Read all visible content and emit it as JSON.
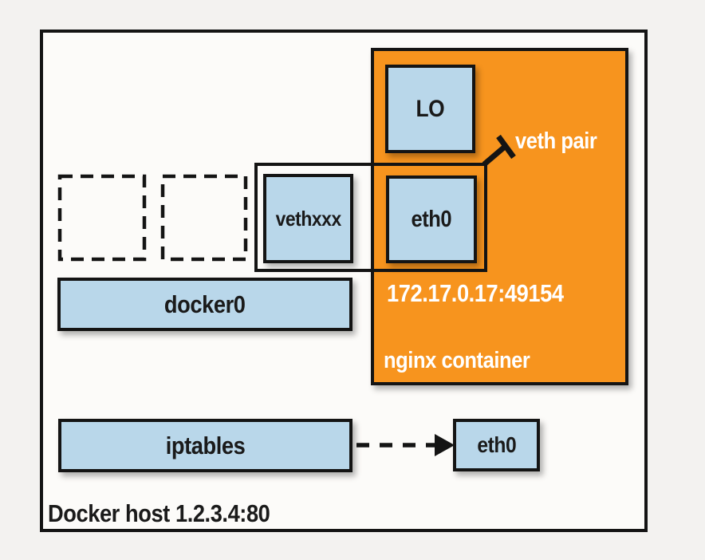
{
  "host": {
    "label": "Docker host 1.2.3.4:80"
  },
  "container": {
    "name": "nginx container",
    "endpoint": "172.17.0.17:49154",
    "lo_label": "LO",
    "eth0_label": "eth0"
  },
  "veth": {
    "host_label": "vethxxx",
    "annotation": "veth pair"
  },
  "bridge": {
    "label": "docker0"
  },
  "firewall": {
    "label": "iptables"
  },
  "host_eth0": {
    "label": "eth0"
  },
  "colors": {
    "container_orange": "#F7941E",
    "interface_blue": "#B9D7EA",
    "line_black": "#141414",
    "canvas_gray": "#F3F2F0",
    "host_white": "#FCFBF9",
    "label_white": "#FFFFFF"
  }
}
